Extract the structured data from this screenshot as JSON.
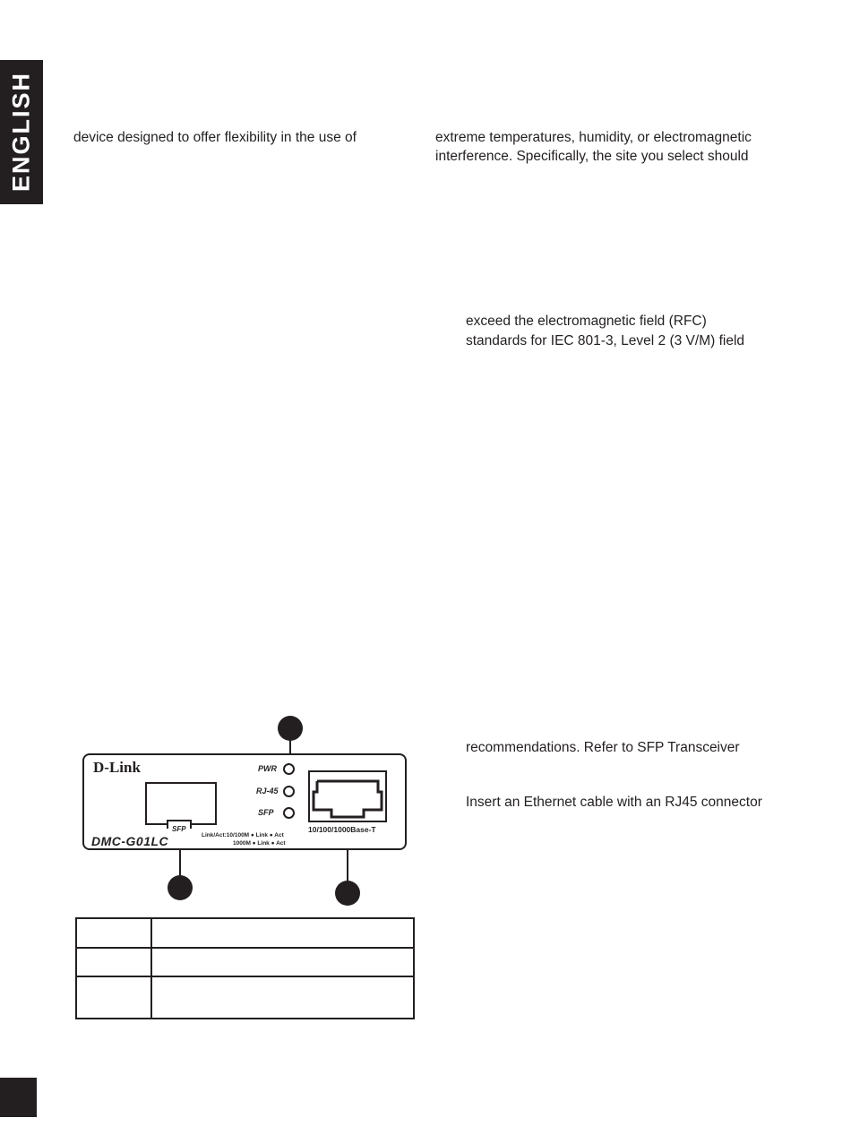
{
  "sidebar_tab": {
    "label": "ENGLISH"
  },
  "left_column": {
    "line1": "device designed to offer flexibility in the use of"
  },
  "right_column": {
    "para1_line1": "extreme temperatures, humidity, or electromagnetic",
    "para1_line2": "interference. Specifically, the site you select should",
    "bullet_line1": "exceed the electromagnetic field (RFC)",
    "bullet_line2": "standards for IEC 801-3, Level 2 (3 V/M) field",
    "line_recommendations": "recommendations. Refer to SFP Transceiver",
    "line_insert": "Insert an Ethernet cable with an RJ45 connector"
  },
  "device_panel": {
    "brand": "D-Link",
    "model": "DMC-G01LC",
    "sfp_port_label": "SFP",
    "leds": [
      {
        "label": "PWR"
      },
      {
        "label": "RJ-45"
      },
      {
        "label": "SFP"
      }
    ],
    "legend_line1": "Link/Act:10/100M ● Link  ● Act",
    "legend_line2": "1000M ● Link  ● Act",
    "rj45_port_label": "10/100/1000Base-T"
  },
  "table": {
    "rows": [
      {
        "col1": "",
        "col2": ""
      },
      {
        "col1": "",
        "col2": ""
      },
      {
        "col1": "",
        "col2": ""
      }
    ]
  },
  "colors": {
    "ink": "#231f20",
    "paper": "#ffffff"
  }
}
